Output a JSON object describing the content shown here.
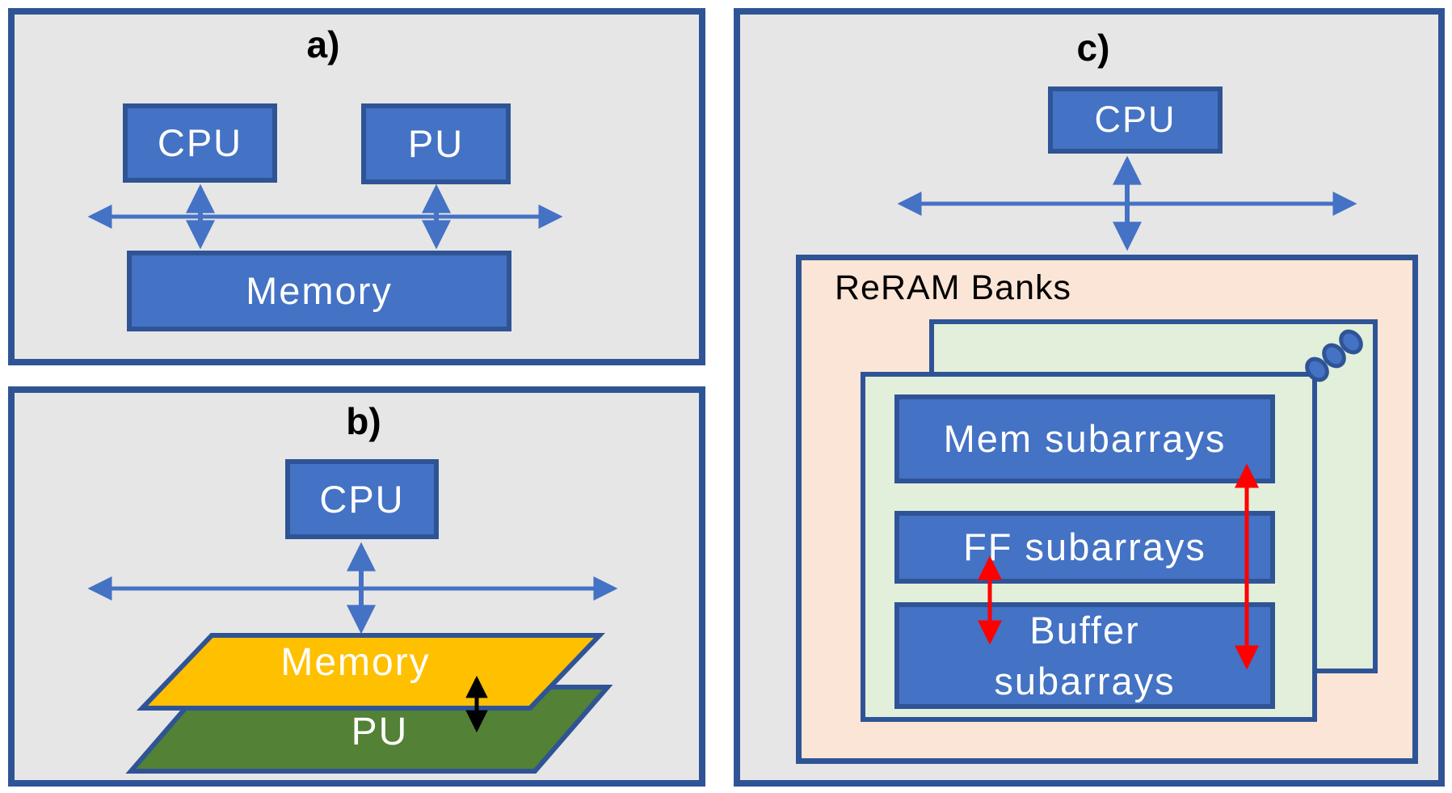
{
  "colors": {
    "page-bg": "#FFFFFF",
    "panel-bg": "#E7E6E6",
    "panel-border": "#2F5496",
    "box-blue": "#4472C4",
    "box-border": "#2F5496",
    "memory-yellow": "#FFC000",
    "pu-green": "#538135",
    "reram-peach": "#FBE5D6",
    "bank-green": "#E2EFDA",
    "arrow-blue": "#4472C4",
    "arrow-red": "#FF0000",
    "arrow-black": "#000000",
    "label-white": "#FFFFFF",
    "text-black": "#000000"
  },
  "panels": {
    "a": {
      "title": "a)",
      "cpu_label": "CPU",
      "pu_label": "PU",
      "memory_label": "Memory"
    },
    "b": {
      "title": "b)",
      "cpu_label": "CPU",
      "memory_label": "Memory",
      "pu_label": "PU"
    },
    "c": {
      "title": "c)",
      "cpu_label": "CPU",
      "reram_label": "ReRAM Banks",
      "mem_subarrays_label": "Mem subarrays",
      "ff_subarrays_label": "FF subarrays",
      "buffer_line1": "Buffer",
      "buffer_line2": "subarrays"
    }
  }
}
